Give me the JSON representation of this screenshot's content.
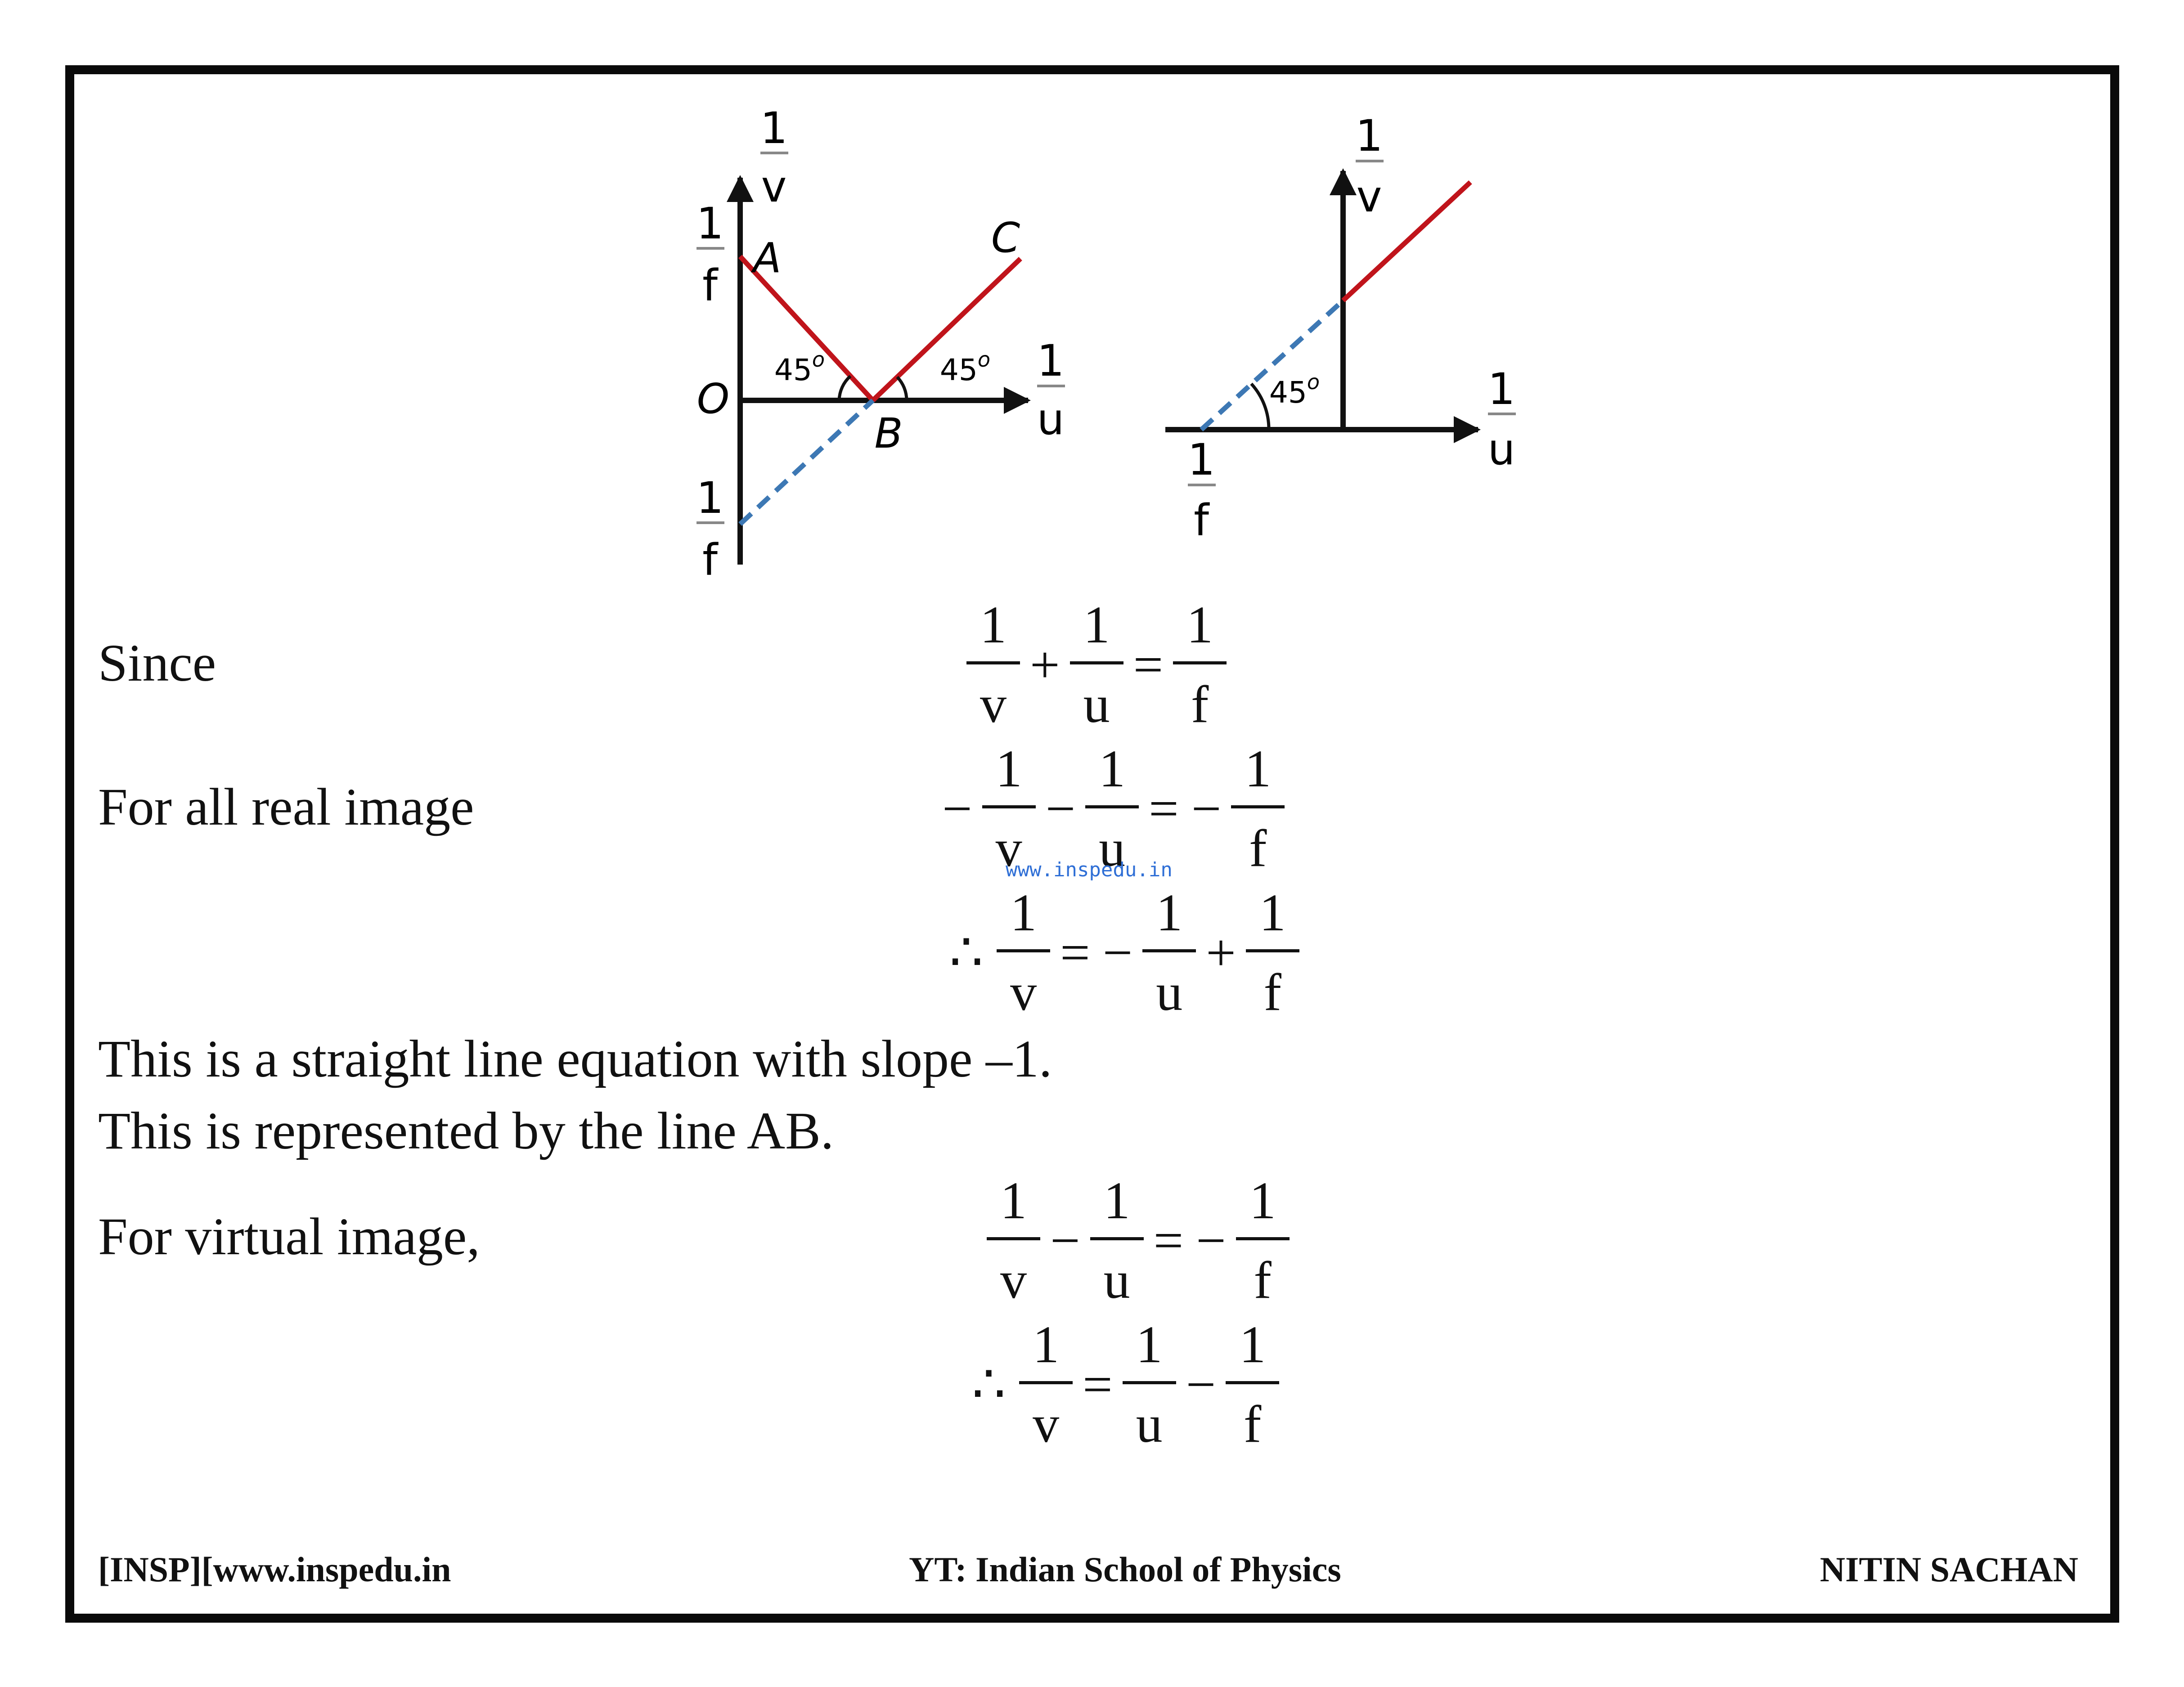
{
  "graph_left": {
    "y_axis_num": "1",
    "y_axis_den": "v",
    "x_axis_num": "1",
    "x_axis_den": "u",
    "point_a": "A",
    "point_b": "B",
    "point_c": "C",
    "origin": "O",
    "f_top_num": "1",
    "f_top_den": "f",
    "f_bottom_num": "1",
    "f_bottom_den": "f",
    "angle_left_value": "45",
    "angle_left_sup": "o",
    "angle_right_value": "45",
    "angle_right_sup": "o"
  },
  "graph_right": {
    "y_axis_num": "1",
    "y_axis_den": "v",
    "x_axis_num": "1",
    "x_axis_den": "u",
    "f_num": "1",
    "f_den": "f",
    "angle_value": "45",
    "angle_sup": "o"
  },
  "colors": {
    "red_line": "#c0141b",
    "dashed_line": "#3d78b4",
    "frame": "#0a0a0a",
    "watermark": "#2f6fd6"
  },
  "text": {
    "since": "Since",
    "real_image": "For all real image",
    "line1": "This is a straight line equation with slope –1.",
    "line2": "This is represented by the line AB.",
    "virtual_image": "For virtual image,"
  },
  "eq1": {
    "t1n": "1",
    "t1d": "v",
    "op1": "+",
    "t2n": "1",
    "t2d": "u",
    "eq": "=",
    "t3n": "1",
    "t3d": "f"
  },
  "eq2": {
    "pre": "−",
    "t1n": "1",
    "t1d": "v",
    "op1": "−",
    "t2n": "1",
    "t2d": "u",
    "eq": "=",
    "op2": "−",
    "t3n": "1",
    "t3d": "f"
  },
  "eq3": {
    "therefore": "∴",
    "t1n": "1",
    "t1d": "v",
    "eq": "=",
    "op1": "−",
    "t2n": "1",
    "t2d": "u",
    "op2": "+",
    "t3n": "1",
    "t3d": "f"
  },
  "eq4": {
    "t1n": "1",
    "t1d": "v",
    "op1": "−",
    "t2n": "1",
    "t2d": "u",
    "eq": "=",
    "op2": "−",
    "t3n": "1",
    "t3d": "f"
  },
  "eq5": {
    "therefore": "∴",
    "t1n": "1",
    "t1d": "v",
    "eq": "=",
    "t2n": "1",
    "t2d": "u",
    "op1": "−",
    "t3n": "1",
    "t3d": "f"
  },
  "watermark": "www.inspedu.in",
  "footer": {
    "left": "[INSP][www.inspedu.in",
    "center": "YT: Indian School of Physics",
    "right": "NITIN SACHAN"
  }
}
